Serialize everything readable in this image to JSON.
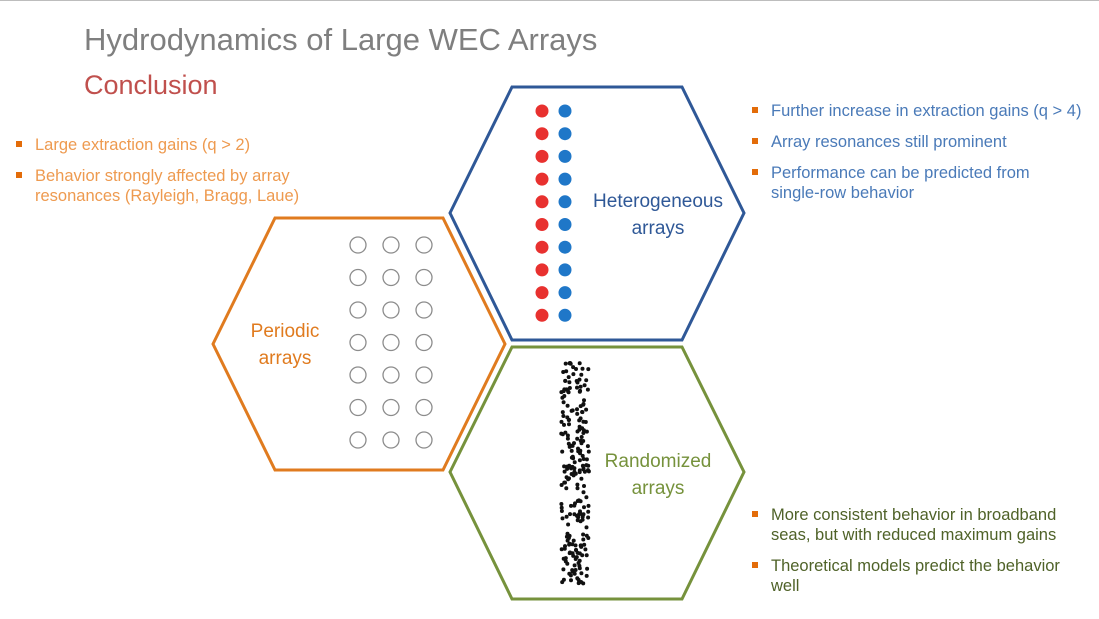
{
  "slide": {
    "title": "Hydrodynamics of Large WEC Arrays",
    "subtitle": "Conclusion"
  },
  "colors": {
    "title_gray": "#7f7f7f",
    "conclusion_red": "#c0504d",
    "orange": "#e07b1f",
    "orange_text": "#ee9a4f",
    "blue": "#2f5897",
    "blue_text": "#4a7ab8",
    "blue_dot": "#1f77c8",
    "red_dot": "#e8312f",
    "green": "#76923c",
    "green_text": "#4f6228",
    "bullet_orange": "#e36c09"
  },
  "hexagons": {
    "periodic": {
      "line1": "Periodic",
      "line2": "arrays"
    },
    "heterogeneous": {
      "line1": "Heterogeneous",
      "line2": "arrays"
    },
    "randomized": {
      "line1": "Randomized",
      "line2": "arrays"
    }
  },
  "bullets": {
    "periodic": [
      "Large extraction gains (q > 2)",
      "Behavior strongly affected by array resonances (Rayleigh, Bragg, Laue)"
    ],
    "heterogeneous": [
      "Further increase in extraction gains (q > 4)",
      "Array resonances still prominent",
      "Performance can be predicted from single-row behavior"
    ],
    "randomized": [
      "More consistent behavior in broadband seas, but with reduced maximum gains",
      "Theoretical models predict the behavior well"
    ]
  },
  "diagram": {
    "periodic_grid": {
      "rows": 7,
      "cols": 3,
      "marker": "open-circle"
    },
    "heterogeneous_column": {
      "rows": 10,
      "left_marker": "red-dot",
      "right_marker": "blue-dot"
    },
    "randomized_cloud": {
      "marker": "black-dot",
      "approx_count": 230
    }
  }
}
